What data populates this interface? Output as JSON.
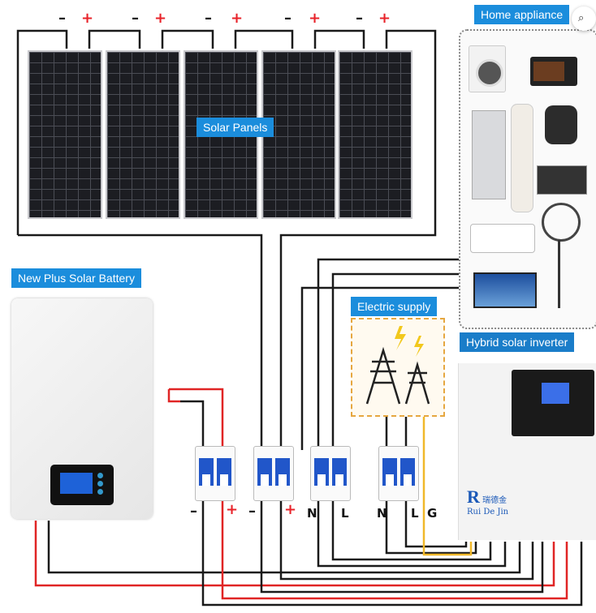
{
  "labels": {
    "solar_panels": "Solar Panels",
    "battery": "New Plus Solar Battery",
    "home_appliance": "Home appliance",
    "electric_supply": "Electric supply",
    "inverter": "Hybrid solar inverter"
  },
  "panel_polarity": {
    "minus": "–",
    "plus": "+"
  },
  "bottom_terminals": {
    "battery_minus": "–",
    "battery_plus": "+",
    "pv_minus": "–",
    "pv_plus": "+",
    "n1": "N",
    "l1": "L",
    "n2": "N",
    "l2": "L",
    "g": "G"
  },
  "inverter_brand": {
    "logo": "R",
    "cn": "瑞德金",
    "en": "Rui De Jin"
  },
  "colors": {
    "label_blue": "#1b8ddc",
    "wire_black": "#1a1a1a",
    "wire_red": "#e02525",
    "wire_yellow": "#f0b82a",
    "breaker_blue": "#2156c9"
  },
  "icons": [
    "image-search-icon"
  ]
}
